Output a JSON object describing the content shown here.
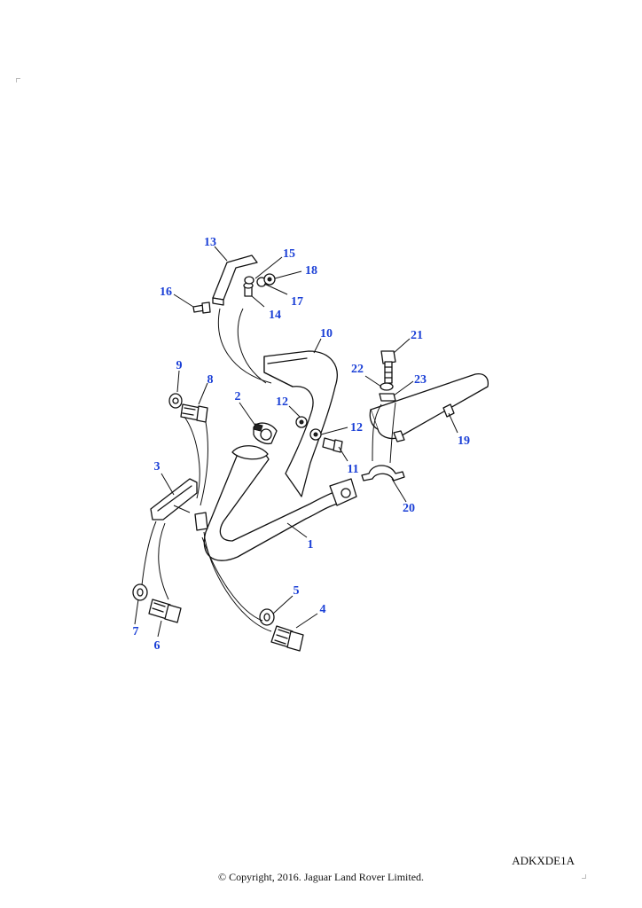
{
  "diagram": {
    "callouts": [
      "1",
      "2",
      "3",
      "4",
      "5",
      "6",
      "7",
      "8",
      "9",
      "10",
      "11",
      "12",
      "12",
      "13",
      "14",
      "15",
      "16",
      "17",
      "18",
      "19",
      "20",
      "21",
      "22",
      "23"
    ]
  },
  "footer": {
    "drawing_code": "ADKXDE1A",
    "copyright": "© Copyright, 2016. Jaguar Land Rover Limited."
  }
}
